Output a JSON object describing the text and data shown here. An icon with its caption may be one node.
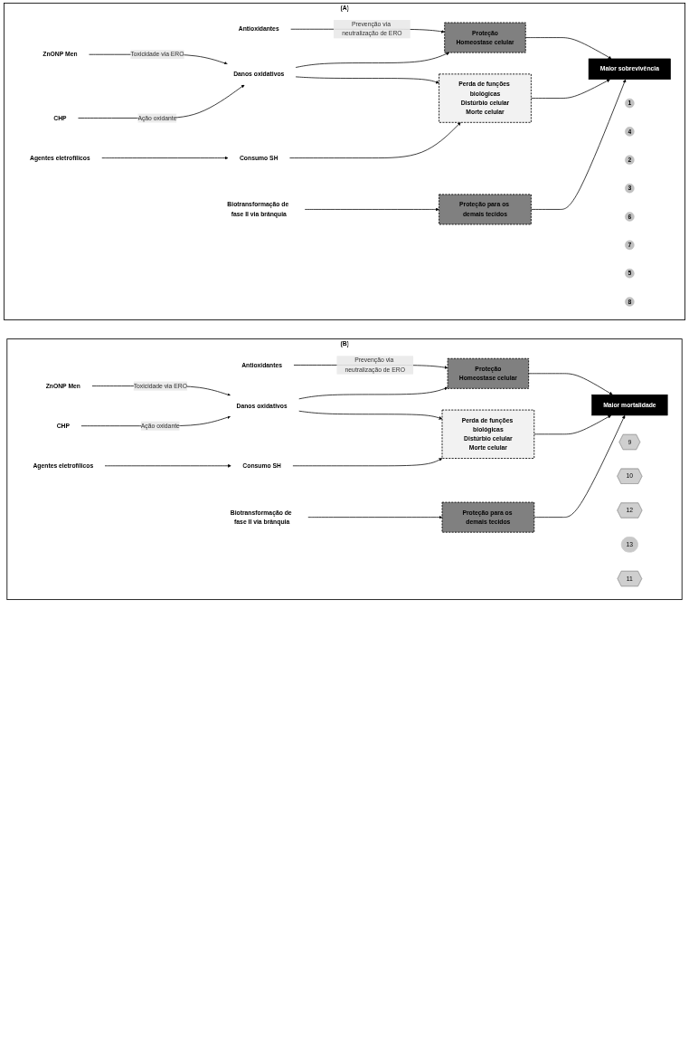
{
  "diagram": {
    "nodes": [
      {
        "text": [
          "(A)"
        ]
      },
      {
        "text": [
          "Antioxidantes"
        ],
        "in": 0
      },
      {
        "text": [
          "ZnONP Men"
        ],
        "in": 0
      },
      {
        "text": [
          "1"
        ],
        "in": 0
      },
      {
        "text": [
          "4"
        ],
        "in": 0
      },
      {
        "text": [
          "Proteção",
          "Homeostase celular"
        ],
        "in": 0
      },
      {
        "text": [
          "CHP"
        ],
        "in": 0
      },
      {
        "text": [
          "2"
        ],
        "in": 0
      },
      {
        "text": [
          "Danos oxidativos"
        ],
        "in": 0
      },
      {
        "text": [
          "3"
        ],
        "in": 0
      },
      {
        "text": [
          "Perda de funções biológicas",
          "Distúrbio celular",
          "Morte celular"
        ],
        "in": 0
      },
      {
        "text": [
          "6"
        ],
        "in": 0
      },
      {
        "text": [
          "Consumo SH"
        ],
        "in": 0
      },
      {
        "text": [
          "Proteção para os demais tecidos"
        ],
        "in": 0
      },
      {
        "text": [
          "7"
        ],
        "in": 0
      },
      {
        "text": [
          "Agentes eletrofílicos"
        ],
        "in": 0
      },
      {
        "text": [
          "5"
        ],
        "in": 0
      },
      {
        "text": [
          "8"
        ],
        "in": 0
      },
      {
        "text": [
          "Maior sobrevivência"
        ],
        "in": 0
      },
      {
        "text": [
          "Biotransformação de fase II via brânquia"
        ],
        "in": 0
      },
      {
        "text": [
          "(B)"
        ]
      },
      {
        "text": [
          "Antioxidantes"
        ],
        "in": 20
      },
      {
        "text": [
          "ZnONP Men"
        ],
        "in": 20
      },
      {
        "text": [
          "9"
        ],
        "in": 20
      },
      {
        "text": [
          "Proteção",
          "Homeostase celular"
        ],
        "in": 20
      },
      {
        "text": [
          "10"
        ],
        "in": 20
      },
      {
        "text": [
          "CHP"
        ],
        "in": 20
      },
      {
        "text": [
          "Danos oxidativos"
        ],
        "in": 20
      },
      {
        "text": [
          "Perda de funções biológicas",
          "Distúrbio celular",
          "Morte celular"
        ],
        "in": 20
      },
      {
        "text": [
          "Consumo SH"
        ],
        "in": 20
      },
      {
        "text": [
          "Proteção para os demais tecidos"
        ],
        "in": 20
      },
      {
        "text": [
          "12"
        ],
        "in": 20
      },
      {
        "text": [
          "Agentes eletrofílicos"
        ],
        "in": 20
      },
      {
        "text": [
          "13"
        ],
        "in": 20
      },
      {
        "text": [
          "Maior mortalidade"
        ],
        "in": 20
      },
      {
        "text": [
          "Biotransformação de fase II via brânquia"
        ],
        "in": 20
      },
      {
        "text": [
          "11"
        ],
        "in": 20
      }
    ],
    "edges": [
      {
        "from": 2,
        "to": 8,
        "arrow": "to",
        "label": "Toxicidade via ERO"
      },
      {
        "from": 6,
        "to": 8,
        "arrow": "to",
        "label": "Ação oxidante"
      },
      {
        "from": 1,
        "to": 5,
        "arrow": "to",
        "label": "Prevenção via neutralização de ERO"
      },
      {
        "from": 8,
        "to": 5,
        "arrow": "to"
      },
      {
        "from": 8,
        "to": 10,
        "arrow": "to"
      },
      {
        "from": 12,
        "to": 10,
        "arrow": "to"
      },
      {
        "from": 15,
        "to": 12,
        "arrow": "to"
      },
      {
        "from": 19,
        "to": 13,
        "arrow": "to"
      },
      {
        "from": 5,
        "to": 18,
        "arrow": "to"
      },
      {
        "from": 10,
        "to": 18,
        "arrow": "to"
      },
      {
        "from": 13,
        "to": 18,
        "arrow": "to"
      },
      {
        "from": 22,
        "to": 27,
        "arrow": "to",
        "label": "Toxicidade via ERO"
      },
      {
        "from": 26,
        "to": 27,
        "arrow": "to",
        "label": "Ação oxidante"
      },
      {
        "from": 21,
        "to": 24,
        "arrow": "to",
        "label": "Prevenção via neutralização de ERO"
      },
      {
        "from": 27,
        "to": 24,
        "arrow": "to"
      },
      {
        "from": 27,
        "to": 28,
        "arrow": "to"
      },
      {
        "from": 29,
        "to": 28,
        "arrow": "to"
      },
      {
        "from": 32,
        "to": 29,
        "arrow": "to"
      },
      {
        "from": 35,
        "to": 30,
        "arrow": "to"
      },
      {
        "from": 24,
        "to": 34,
        "arrow": "to"
      },
      {
        "from": 28,
        "to": 34,
        "arrow": "to"
      },
      {
        "from": 30,
        "to": 34,
        "arrow": "to"
      }
    ]
  }
}
